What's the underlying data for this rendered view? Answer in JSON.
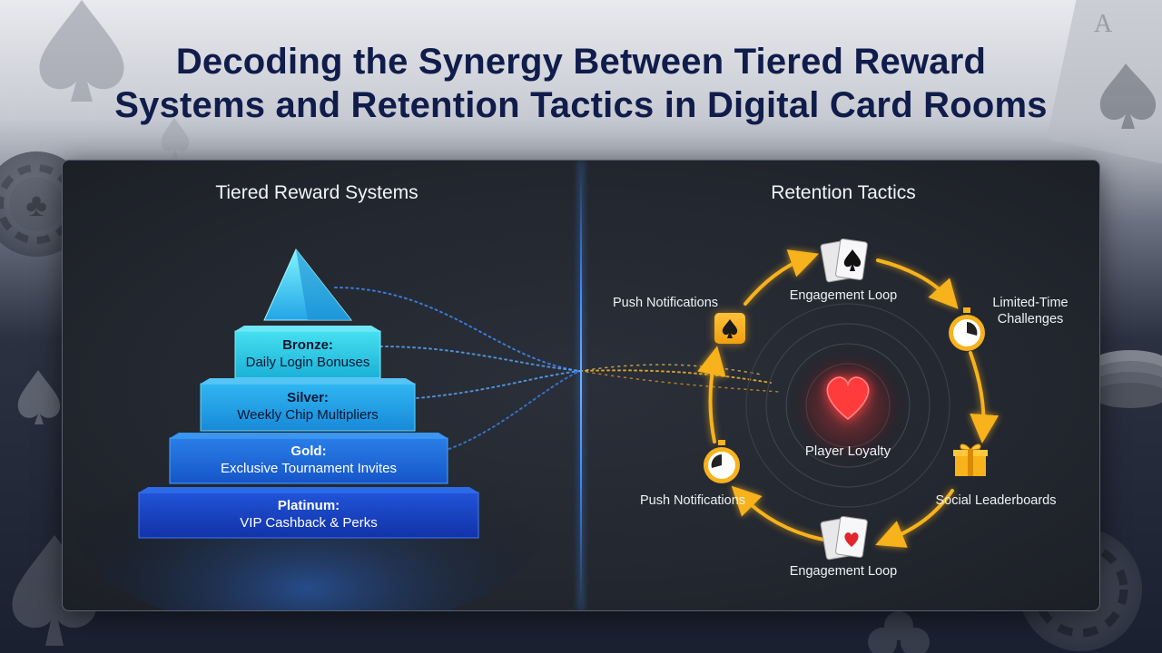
{
  "title_line1": "Decoding the Synergy Between Tiered Reward",
  "title_line2": "Systems and Retention Tactics in Digital Card Rooms",
  "left_section": {
    "heading": "Tiered Reward Systems",
    "tiers": [
      {
        "label": "Bronze:",
        "description": "Daily Login Bonuses"
      },
      {
        "label": "Silver:",
        "description": "Weekly Chip Multipliers"
      },
      {
        "label": "Gold:",
        "description": "Exclusive Tournament Invites"
      },
      {
        "label": "Platinum:",
        "description": "VIP Cashback & Perks"
      }
    ]
  },
  "right_section": {
    "heading": "Retention Tactics",
    "center_label": "Player Loyalty",
    "nodes": [
      {
        "label": "Engagement Loop",
        "icon": "playing-cards-spade-icon"
      },
      {
        "label": "Limited-Time Challenges",
        "icon": "stopwatch-icon"
      },
      {
        "label": "Social Leaderboards",
        "icon": "gift-box-icon"
      },
      {
        "label": "Engagement Loop",
        "icon": "playing-cards-heart-icon"
      },
      {
        "label": "Push Notifications",
        "icon": "stopwatch-icon"
      },
      {
        "label": "Push Notifications",
        "icon": "spade-tile-icon"
      }
    ]
  },
  "colors": {
    "title": "#101c4a",
    "accent_blue": "#3d8bff",
    "accent_gold": "#f7b21c",
    "heart": "#e83a3a"
  }
}
